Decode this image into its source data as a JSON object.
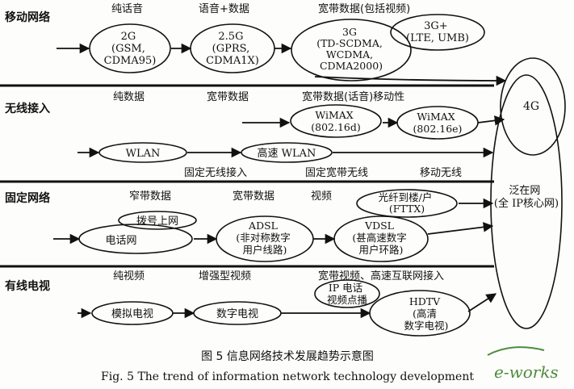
{
  "sections": [
    {
      "id": "mobile",
      "title": "移动网络",
      "headers": [
        "纯话音",
        "语音+数据",
        "宽带数据(包括视频)"
      ]
    },
    {
      "id": "wireless",
      "title": "无线接入",
      "headers": [
        "纯数据",
        "宽带数据",
        "宽带数据(话音)移动性"
      ],
      "footer_headers": [
        "固定无线接入",
        "固定宽带无线",
        "移动无线"
      ]
    },
    {
      "id": "fixed",
      "title": "固定网络",
      "headers": [
        "窄带数据",
        "宽带数据",
        "视频"
      ]
    },
    {
      "id": "cable",
      "title": "有线电视",
      "headers": [
        "纯视频",
        "增强型视频",
        "宽带视频、高速互联网接入"
      ]
    }
  ],
  "nodes": {
    "m2g": [
      "2G",
      "(GSM,",
      "CDMA95)"
    ],
    "m25g": [
      "2.5G",
      "(GPRS,",
      "CDMA1X)"
    ],
    "m3g": [
      "3G",
      "(TD-SCDMA,",
      "WCDMA,",
      "CDMA2000)"
    ],
    "m3gp": [
      "3G+",
      "(LTE, UMB)"
    ],
    "wimax_d": [
      "WiMAX",
      "(802.16d)"
    ],
    "wimax_e": [
      "WiMAX",
      "(802.16e)"
    ],
    "wlan": [
      "WLAN"
    ],
    "hwlan": [
      "高速 WLAN"
    ],
    "fttx": [
      "光纤到楼/户",
      "(FTTX)"
    ],
    "dialup": [
      "拨号上网"
    ],
    "phone": [
      "电话网"
    ],
    "adsl": [
      "ADSL",
      "(非对称数字",
      "用户线路)"
    ],
    "vdsl": [
      "VDSL",
      "(甚高速数字",
      "用户环路)"
    ],
    "iptel": [
      "IP 电话",
      "视频点播"
    ],
    "analogtv": [
      "模拟电视"
    ],
    "digitaltv": [
      "数字电视"
    ],
    "hdtv": [
      "HDTV",
      "(高清",
      "数字电视)"
    ],
    "g4": [
      "4G"
    ],
    "ubiq": [
      "泛在网",
      "(全 IP核心网)"
    ]
  },
  "caption": {
    "cn": "图 5    信息网络技术发展趋势示意图",
    "en": "Fig. 5    The trend of information network technology development"
  },
  "watermark": "e-works"
}
